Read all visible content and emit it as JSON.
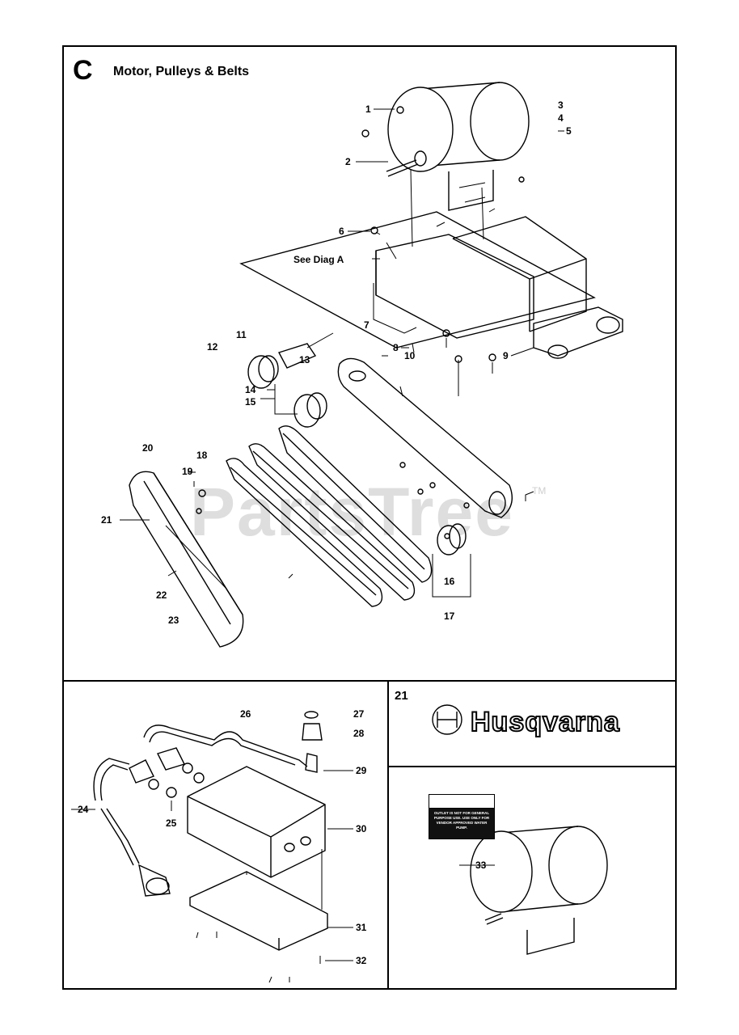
{
  "header": {
    "section_letter": "C",
    "title": "Motor, Pulleys & Belts"
  },
  "callouts": [
    {
      "num": "1"
    },
    {
      "num": "2"
    },
    {
      "num": "3"
    },
    {
      "num": "4"
    },
    {
      "num": "5"
    },
    {
      "num": "6"
    },
    {
      "num": "7"
    },
    {
      "num": "8"
    },
    {
      "num": "9"
    },
    {
      "num": "10"
    },
    {
      "num": "11"
    },
    {
      "num": "12"
    },
    {
      "num": "13"
    },
    {
      "num": "14"
    },
    {
      "num": "15"
    },
    {
      "num": "16"
    },
    {
      "num": "17"
    },
    {
      "num": "18"
    },
    {
      "num": "19"
    },
    {
      "num": "20"
    },
    {
      "num": "21"
    },
    {
      "num": "22"
    },
    {
      "num": "23"
    },
    {
      "num": "24"
    },
    {
      "num": "25"
    },
    {
      "num": "26"
    },
    {
      "num": "27"
    },
    {
      "num": "28"
    },
    {
      "num": "29"
    },
    {
      "num": "30"
    },
    {
      "num": "31"
    },
    {
      "num": "32"
    },
    {
      "num": "33"
    }
  ],
  "notes": {
    "see_diag": "See Diag A"
  },
  "inset_decal": {
    "number": "21",
    "brand": "Husqvarna"
  },
  "warning_label": {
    "text": "OUTLET IS NOT FOR GENERAL PURPOSE USE. USE ONLY FOR VENDOR APPROVED WATER PUMP."
  },
  "watermark": {
    "text": "PartsTree",
    "tm": "TM"
  }
}
